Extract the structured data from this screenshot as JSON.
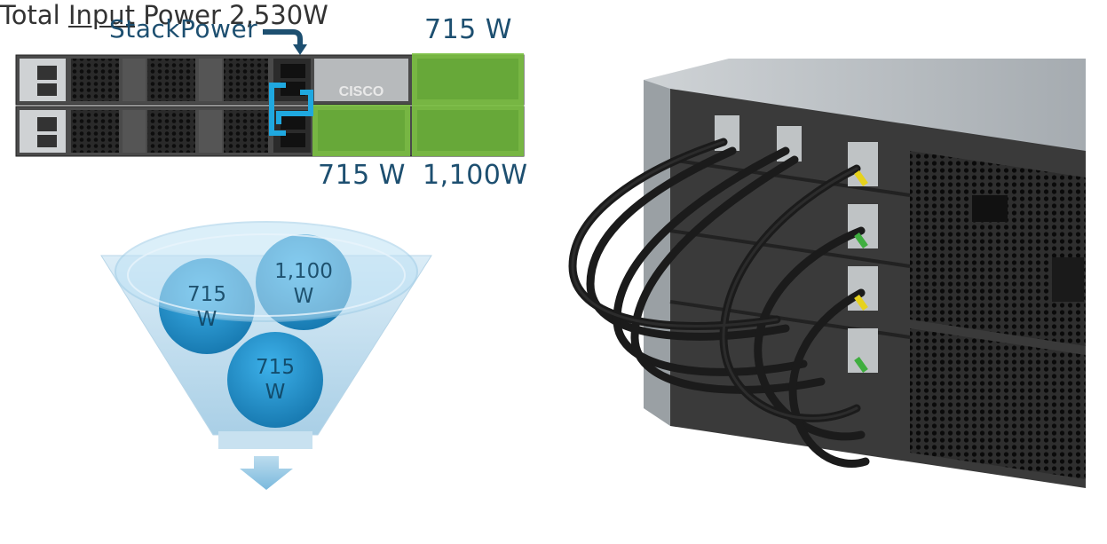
{
  "labels": {
    "stackpower": "StackPower",
    "psu_top": "715 W",
    "psu_bottom_1": "715 W",
    "psu_bottom_2": "1,100W"
  },
  "funnel": {
    "ball_1_line1": "715",
    "ball_1_line2": "W",
    "ball_2_line1": "1,100",
    "ball_2_line2": "W",
    "ball_3_line1": "715",
    "ball_3_line2": "W"
  },
  "total": {
    "prefix": "Total ",
    "underlined": "Input",
    "suffix": " Power 2,530W"
  },
  "switch_logo": "CISCO",
  "colors": {
    "label_text": "#1d4f70",
    "psu_highlight": "#7cc242",
    "stack_cable": "#1fa8e0",
    "funnel_fill": "#cfe6f3",
    "ball_fill": "#1f8fcc"
  }
}
